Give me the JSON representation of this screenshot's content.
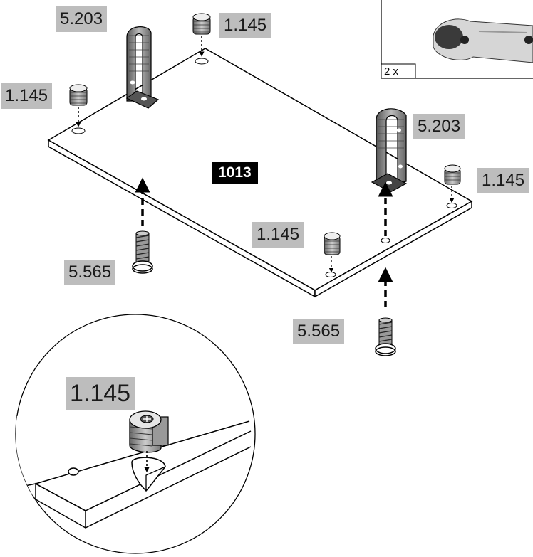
{
  "panel": {
    "id": "1013"
  },
  "labels": {
    "bracket_top_left": "5.203",
    "bracket_right": "5.203",
    "cam_top": "1.145",
    "cam_left": "1.145",
    "cam_right": "1.145",
    "cam_front": "1.145",
    "screw_left": "5.565",
    "screw_front": "5.565",
    "cam_detail": "1.145"
  },
  "inset": {
    "quantity": "2 x"
  }
}
